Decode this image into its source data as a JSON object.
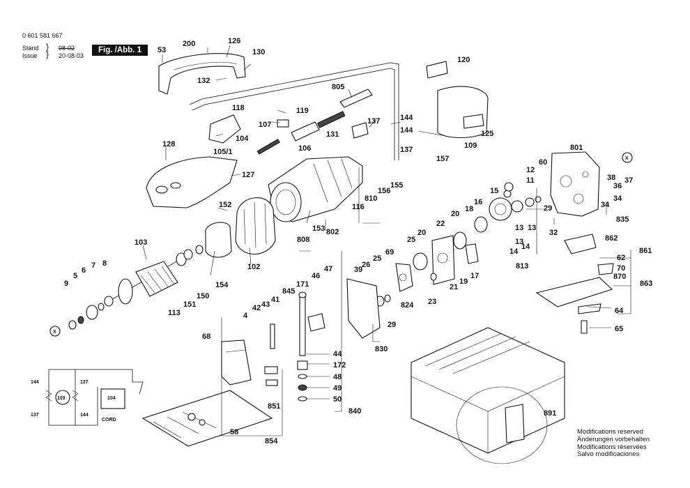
{
  "header": {
    "part_number": "0 601 581 667",
    "stand_label": "Stand",
    "stand_value": "08-02",
    "issue_label": "Issue",
    "issue_value": "20-08-03",
    "figure_tag": "Fig. /Abb. 1"
  },
  "notice": [
    "Modifications reserved",
    "Änderungen vorbehalten",
    "Modifications réservées",
    "Salvo modificaciones"
  ],
  "wiring": {
    "labels": [
      "144",
      "137",
      "137",
      "144",
      "103",
      "104",
      "CORD"
    ]
  },
  "callouts": [
    "53",
    "200",
    "126",
    "130",
    "132",
    "118",
    "119",
    "107",
    "104",
    "105/1",
    "106",
    "131",
    "805",
    "120",
    "137",
    "144",
    "144",
    "137",
    "125",
    "109",
    "157",
    "128",
    "127",
    "801",
    "60",
    "12",
    "11",
    "38",
    "36",
    "37",
    "34",
    "34",
    "835",
    "29",
    "32",
    "15",
    "16",
    "18",
    "20",
    "22",
    "13",
    "13",
    "13",
    "14",
    "14",
    "813",
    "862",
    "861",
    "62",
    "70",
    "870",
    "863",
    "64",
    "65",
    "152",
    "153",
    "808",
    "802",
    "116",
    "810",
    "156",
    "155",
    "103",
    "102",
    "154",
    "150",
    "151",
    "113",
    "9",
    "5",
    "6",
    "7",
    "8",
    "4",
    "42",
    "43",
    "41",
    "845",
    "171",
    "46",
    "47",
    "39",
    "26",
    "25",
    "69",
    "20",
    "25",
    "23",
    "21",
    "19",
    "17",
    "824",
    "29",
    "830",
    "68",
    "44",
    "172",
    "48",
    "49",
    "50",
    "840",
    "851",
    "854",
    "58",
    "891"
  ]
}
